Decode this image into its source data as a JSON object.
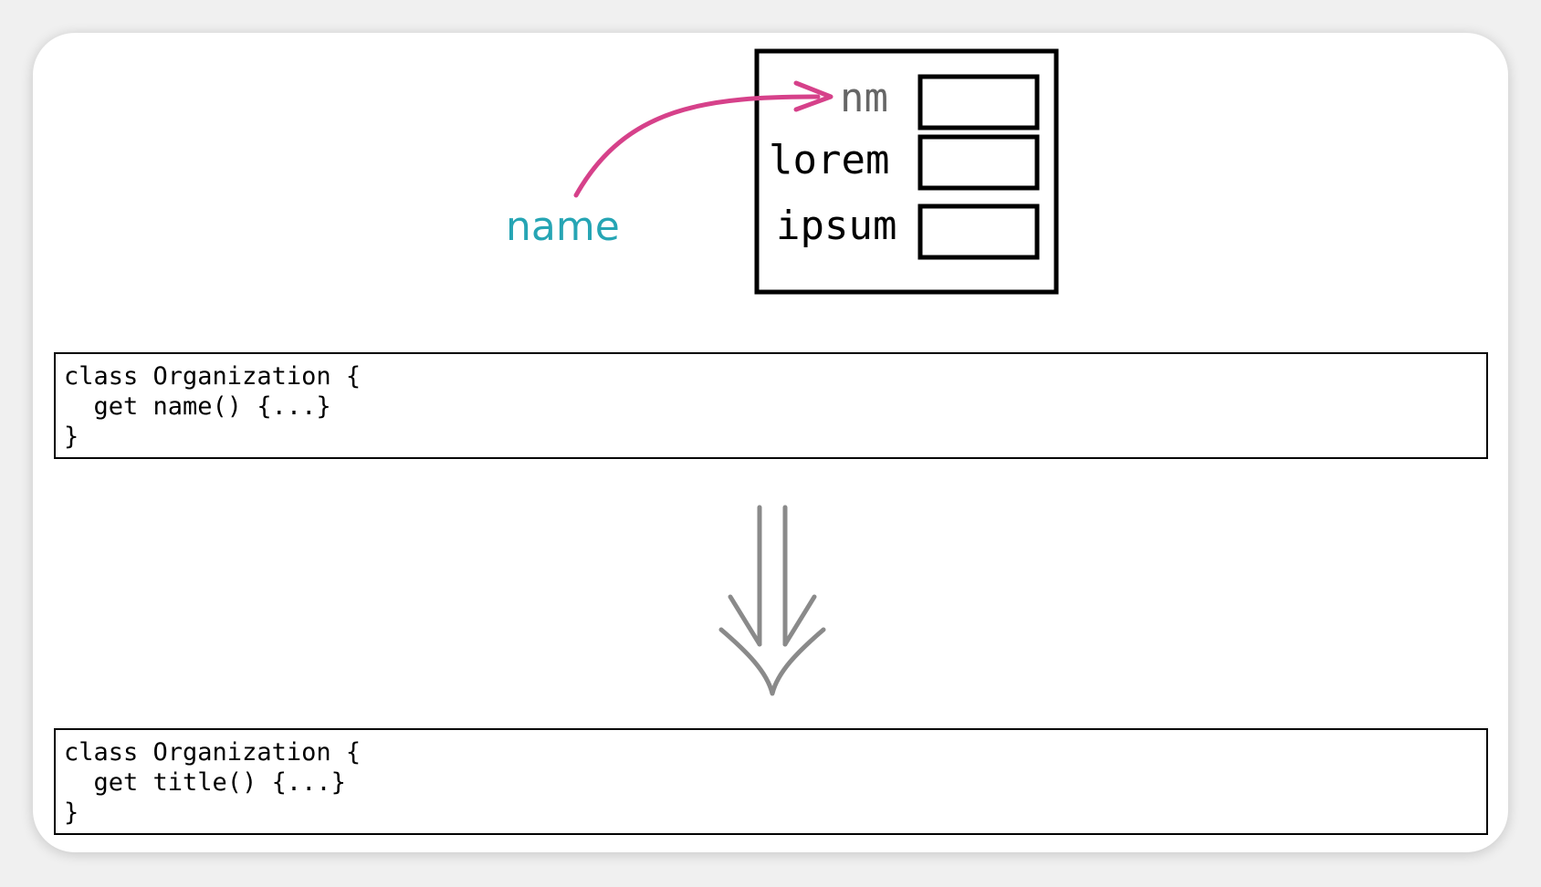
{
  "diagram": {
    "pointer_label": "name",
    "record_fields": [
      {
        "label": "nm"
      },
      {
        "label": "lorem"
      },
      {
        "label": "ipsum"
      }
    ]
  },
  "code_before": {
    "lines": [
      "class Organization {",
      "  get name() {...}",
      "}"
    ]
  },
  "code_after": {
    "lines": [
      "class Organization {",
      "  get title() {...}",
      "}"
    ]
  },
  "colors": {
    "pointer_arrow": "#d6418a",
    "pointer_label": "#26a5b4",
    "muted_field": "#666666",
    "transform_arrow": "#8a8a8a"
  }
}
